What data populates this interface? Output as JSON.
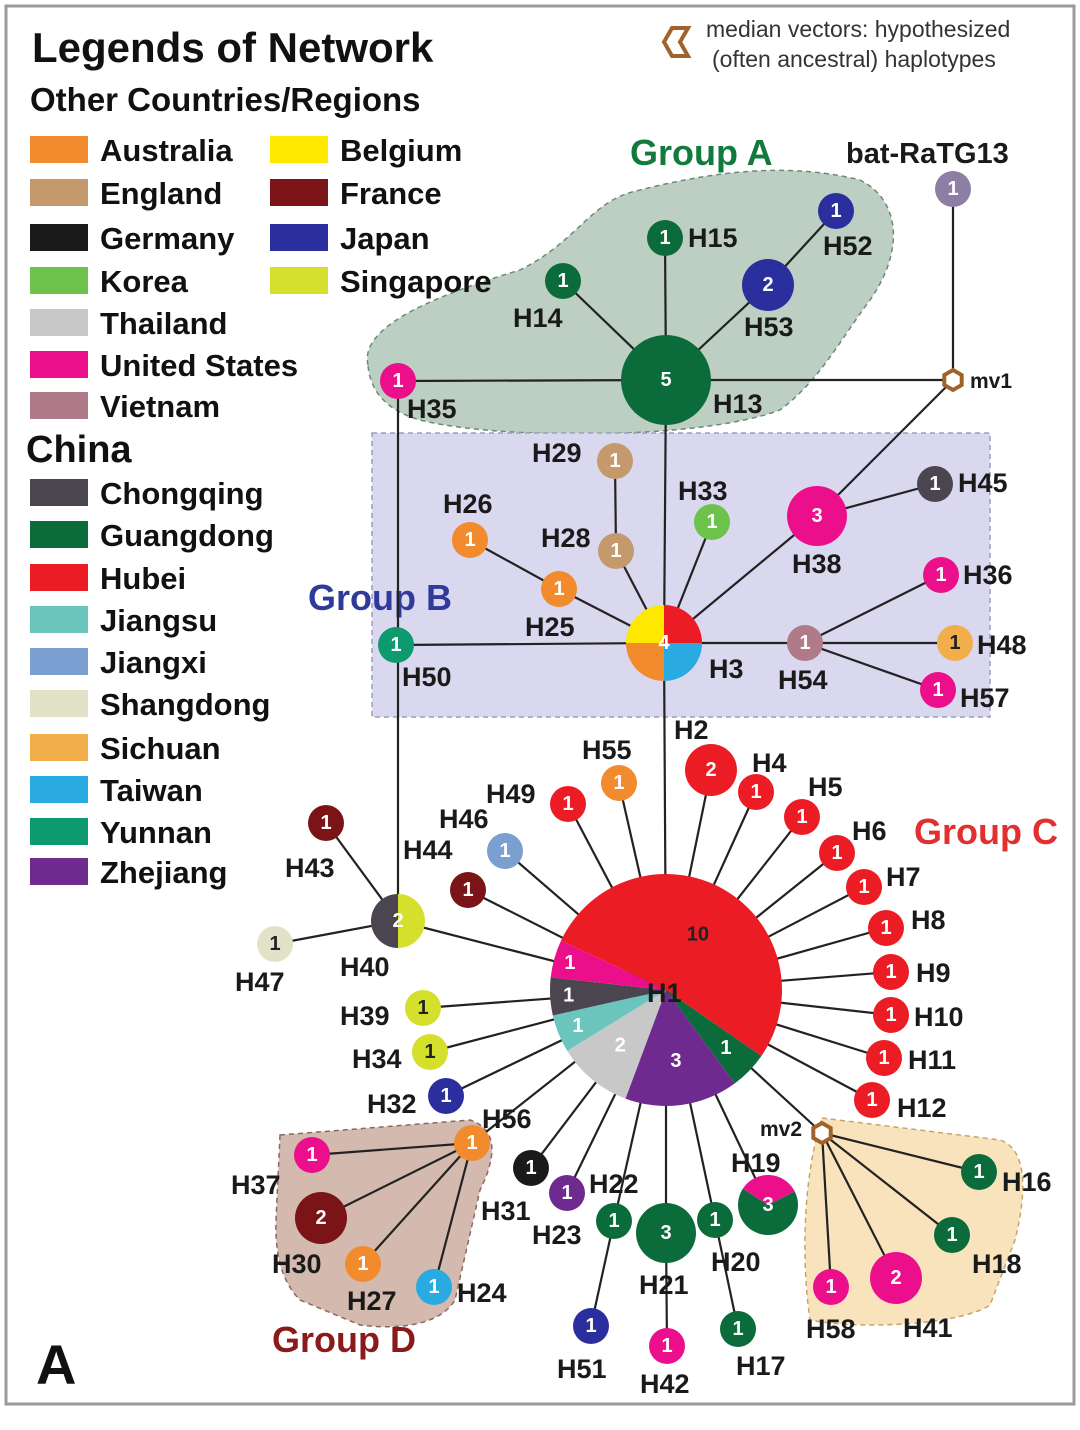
{
  "legend": {
    "title": "Legends of Network",
    "other_heading": "Other Countries/Regions",
    "china_heading": "China",
    "other": [
      {
        "name": "Australia",
        "color": "#f28a2e"
      },
      {
        "name": "Belgium",
        "color": "#ffe800"
      },
      {
        "name": "England",
        "color": "#c49a6c"
      },
      {
        "name": "France",
        "color": "#7b1416"
      },
      {
        "name": "Germany",
        "color": "#1a1a1a"
      },
      {
        "name": "Japan",
        "color": "#2b2f9e"
      },
      {
        "name": "Korea",
        "color": "#6cc24a"
      },
      {
        "name": "Singapore",
        "color": "#d4e02b"
      },
      {
        "name": "Thailand",
        "color": "#c8c8c8"
      },
      {
        "name": "United States",
        "color": "#ec0f8c"
      },
      {
        "name": "Vietnam",
        "color": "#b07a88"
      }
    ],
    "china": [
      {
        "name": "Chongqing",
        "color": "#4b4550"
      },
      {
        "name": "Guangdong",
        "color": "#0b6b3a"
      },
      {
        "name": "Hubei",
        "color": "#ec1c24"
      },
      {
        "name": "Jiangsu",
        "color": "#6cc5bd"
      },
      {
        "name": "Jiangxi",
        "color": "#7a9fd0"
      },
      {
        "name": "Shangdong",
        "color": "#e2e2c8"
      },
      {
        "name": "Sichuan",
        "color": "#f2ae4a"
      },
      {
        "name": "Taiwan",
        "color": "#29aae1"
      },
      {
        "name": "Yunnan",
        "color": "#0d9a6e"
      },
      {
        "name": "Zhejiang",
        "color": "#6e2a8e"
      }
    ]
  },
  "median_vector_note": [
    "median vectors: hypothesized",
    "(often ancestral) haplotypes"
  ],
  "panel_label": "A",
  "groups": {
    "A": {
      "label": "Group A",
      "color": "#117a3c"
    },
    "B": {
      "label": "Group B",
      "color": "#2f3a9a"
    },
    "C": {
      "label": "Group C",
      "color": "#e03030"
    },
    "D": {
      "label": "Group D",
      "color": "#8b1b1b"
    }
  },
  "outgroup_label": "bat-RaTG13",
  "median_vectors": [
    {
      "id": "mv1",
      "label": "mv1"
    },
    {
      "id": "mv2",
      "label": "mv2"
    }
  ],
  "nodes": [
    {
      "id": "bat",
      "label": "",
      "count": "1",
      "colors": [
        "#8c7fa3"
      ]
    },
    {
      "id": "H13",
      "label": "H13",
      "count": "5",
      "colors": [
        "#0b6b3a"
      ]
    },
    {
      "id": "H14",
      "label": "H14",
      "count": "1",
      "colors": [
        "#0b6b3a"
      ]
    },
    {
      "id": "H15",
      "label": "H15",
      "count": "1",
      "colors": [
        "#0b6b3a"
      ]
    },
    {
      "id": "H52",
      "label": "H52",
      "count": "1",
      "colors": [
        "#2b2f9e"
      ]
    },
    {
      "id": "H53",
      "label": "H53",
      "count": "2",
      "colors": [
        "#2b2f9e"
      ]
    },
    {
      "id": "H35",
      "label": "H35",
      "count": "1",
      "colors": [
        "#ec0f8c"
      ]
    },
    {
      "id": "H3",
      "label": "H3",
      "count": "4",
      "colors": [
        "#ec1c24",
        "#29aae1",
        "#f28a2e",
        "#ffe800"
      ]
    },
    {
      "id": "H29",
      "label": "H29",
      "count": "1",
      "colors": [
        "#c49a6c"
      ]
    },
    {
      "id": "H28",
      "label": "H28",
      "count": "1",
      "colors": [
        "#c49a6c"
      ]
    },
    {
      "id": "H26",
      "label": "H26",
      "count": "1",
      "colors": [
        "#f28a2e"
      ]
    },
    {
      "id": "H25",
      "label": "H25",
      "count": "1",
      "colors": [
        "#f28a2e"
      ]
    },
    {
      "id": "H33",
      "label": "H33",
      "count": "1",
      "colors": [
        "#6cc24a"
      ]
    },
    {
      "id": "H38",
      "label": "H38",
      "count": "3",
      "colors": [
        "#ec0f8c"
      ]
    },
    {
      "id": "H45",
      "label": "H45",
      "count": "1",
      "colors": [
        "#4b4550"
      ]
    },
    {
      "id": "H36",
      "label": "H36",
      "count": "1",
      "colors": [
        "#ec0f8c"
      ]
    },
    {
      "id": "H48",
      "label": "H48",
      "count": "1",
      "colors": [
        "#f2ae4a"
      ]
    },
    {
      "id": "H57",
      "label": "H57",
      "count": "1",
      "colors": [
        "#ec0f8c"
      ]
    },
    {
      "id": "H54",
      "label": "H54",
      "count": "1",
      "colors": [
        "#b07a88"
      ]
    },
    {
      "id": "H50",
      "label": "H50",
      "count": "1",
      "colors": [
        "#0d9a6e"
      ]
    },
    {
      "id": "H1",
      "label": "H1",
      "count": "10",
      "colors": [
        "#ec1c24"
      ]
    },
    {
      "id": "H2",
      "label": "H2",
      "count": "2",
      "colors": [
        "#ec1c24"
      ]
    },
    {
      "id": "H4",
      "label": "H4",
      "count": "1",
      "colors": [
        "#ec1c24"
      ]
    },
    {
      "id": "H5",
      "label": "H5",
      "count": "1",
      "colors": [
        "#ec1c24"
      ]
    },
    {
      "id": "H6",
      "label": "H6",
      "count": "1",
      "colors": [
        "#ec1c24"
      ]
    },
    {
      "id": "H7",
      "label": "H7",
      "count": "1",
      "colors": [
        "#ec1c24"
      ]
    },
    {
      "id": "H8",
      "label": "H8",
      "count": "1",
      "colors": [
        "#ec1c24"
      ]
    },
    {
      "id": "H9",
      "label": "H9",
      "count": "1",
      "colors": [
        "#ec1c24"
      ]
    },
    {
      "id": "H10",
      "label": "H10",
      "count": "1",
      "colors": [
        "#ec1c24"
      ]
    },
    {
      "id": "H11",
      "label": "H11",
      "count": "1",
      "colors": [
        "#ec1c24"
      ]
    },
    {
      "id": "H12",
      "label": "H12",
      "count": "1",
      "colors": [
        "#ec1c24"
      ]
    },
    {
      "id": "H49",
      "label": "H49",
      "count": "1",
      "colors": [
        "#ec1c24"
      ]
    },
    {
      "id": "H55",
      "label": "H55",
      "count": "1",
      "colors": [
        "#f28a2e"
      ]
    },
    {
      "id": "H46",
      "label": "H46",
      "count": "1",
      "colors": [
        "#7a9fd0"
      ]
    },
    {
      "id": "H44",
      "label": "H44",
      "count": "1",
      "colors": [
        "#7b1416"
      ]
    },
    {
      "id": "H43",
      "label": "H43",
      "count": "1",
      "colors": [
        "#7b1416"
      ]
    },
    {
      "id": "H40",
      "label": "H40",
      "count": "2",
      "colors": [
        "#4b4550",
        "#d4e02b"
      ]
    },
    {
      "id": "H47",
      "label": "H47",
      "count": "1",
      "colors": [
        "#e2e2c8"
      ]
    },
    {
      "id": "H39",
      "label": "H39",
      "count": "1",
      "colors": [
        "#d4e02b"
      ]
    },
    {
      "id": "H34",
      "label": "H34",
      "count": "1",
      "colors": [
        "#d4e02b"
      ]
    },
    {
      "id": "H32",
      "label": "H32",
      "count": "1",
      "colors": [
        "#2b2f9e"
      ]
    },
    {
      "id": "H56",
      "label": "H56",
      "count": "1",
      "colors": [
        "#f28a2e"
      ]
    },
    {
      "id": "H37",
      "label": "H37",
      "count": "1",
      "colors": [
        "#ec0f8c"
      ]
    },
    {
      "id": "H30",
      "label": "H30",
      "count": "2",
      "colors": [
        "#7b1416"
      ]
    },
    {
      "id": "H27",
      "label": "H27",
      "count": "1",
      "colors": [
        "#f28a2e"
      ]
    },
    {
      "id": "H24",
      "label": "H24",
      "count": "1",
      "colors": [
        "#29aae1"
      ]
    },
    {
      "id": "H31",
      "label": "H31",
      "count": "1",
      "colors": [
        "#1a1a1a"
      ]
    },
    {
      "id": "H22",
      "label": "H22",
      "count": "1",
      "colors": [
        "#6e2a8e"
      ]
    },
    {
      "id": "H23",
      "label": "H23",
      "count": "1",
      "colors": [
        "#0b6b3a"
      ]
    },
    {
      "id": "H21",
      "label": "H21",
      "count": "3",
      "colors": [
        "#0b6b3a"
      ]
    },
    {
      "id": "H20",
      "label": "H20",
      "count": "1",
      "colors": [
        "#0b6b3a"
      ]
    },
    {
      "id": "H19",
      "label": "H19",
      "count": "3",
      "colors": [
        "#0b6b3a",
        "#ec0f8c"
      ]
    },
    {
      "id": "H51",
      "label": "H51",
      "count": "1",
      "colors": [
        "#2b2f9e"
      ]
    },
    {
      "id": "H42",
      "label": "H42",
      "count": "1",
      "colors": [
        "#ec0f8c"
      ]
    },
    {
      "id": "H17",
      "label": "H17",
      "count": "1",
      "colors": [
        "#0b6b3a"
      ]
    },
    {
      "id": "H16",
      "label": "H16",
      "count": "1",
      "colors": [
        "#0b6b3a"
      ]
    },
    {
      "id": "H18",
      "label": "H18",
      "count": "1",
      "colors": [
        "#0b6b3a"
      ]
    },
    {
      "id": "H41",
      "label": "H41",
      "count": "2",
      "colors": [
        "#ec0f8c"
      ]
    },
    {
      "id": "H58",
      "label": "H58",
      "count": "1",
      "colors": [
        "#ec0f8c"
      ]
    }
  ],
  "h1_slices": [
    {
      "region": "Hubei",
      "count": "10",
      "color": "#ec1c24"
    },
    {
      "region": "Guangdong",
      "count": "1",
      "color": "#0b6b3a"
    },
    {
      "region": "Zhejiang",
      "count": "3",
      "color": "#6e2a8e"
    },
    {
      "region": "Thailand",
      "count": "2",
      "color": "#c8c8c8"
    },
    {
      "region": "Jiangsu",
      "count": "1",
      "color": "#6cc5bd"
    },
    {
      "region": "Chongqing",
      "count": "1",
      "color": "#4b4550"
    },
    {
      "region": "United States",
      "count": "1",
      "color": "#ec0f8c"
    }
  ],
  "edges": [
    [
      "H13",
      "H14"
    ],
    [
      "H13",
      "H15"
    ],
    [
      "H13",
      "H53"
    ],
    [
      "H53",
      "H52"
    ],
    [
      "H13",
      "mv1"
    ],
    [
      "bat",
      "mv1"
    ],
    [
      "H13",
      "H35"
    ],
    [
      "H35",
      "H40"
    ],
    [
      "H13",
      "H3"
    ],
    [
      "mv1",
      "H38"
    ],
    [
      "H38",
      "H45"
    ],
    [
      "H38",
      "H3"
    ],
    [
      "H3",
      "H33"
    ],
    [
      "H3",
      "H25"
    ],
    [
      "H25",
      "H26"
    ],
    [
      "H3",
      "H28"
    ],
    [
      "H28",
      "H29"
    ],
    [
      "H3",
      "H50"
    ],
    [
      "H3",
      "H54"
    ],
    [
      "H54",
      "H36"
    ],
    [
      "H54",
      "H48"
    ],
    [
      "H54",
      "H57"
    ],
    [
      "H3",
      "H1"
    ],
    [
      "H1",
      "H2"
    ],
    [
      "H1",
      "H4"
    ],
    [
      "H1",
      "H5"
    ],
    [
      "H1",
      "H6"
    ],
    [
      "H1",
      "H7"
    ],
    [
      "H1",
      "H8"
    ],
    [
      "H1",
      "H9"
    ],
    [
      "H1",
      "H10"
    ],
    [
      "H1",
      "H11"
    ],
    [
      "H1",
      "H12"
    ],
    [
      "H1",
      "H49"
    ],
    [
      "H1",
      "H55"
    ],
    [
      "H1",
      "H46"
    ],
    [
      "H1",
      "H44"
    ],
    [
      "H1",
      "H40"
    ],
    [
      "H40",
      "H43"
    ],
    [
      "H40",
      "H47"
    ],
    [
      "H1",
      "H39"
    ],
    [
      "H1",
      "H34"
    ],
    [
      "H1",
      "H32"
    ],
    [
      "H1",
      "H56"
    ],
    [
      "H56",
      "H37"
    ],
    [
      "H56",
      "H30"
    ],
    [
      "H56",
      "H27"
    ],
    [
      "H56",
      "H24"
    ],
    [
      "H1",
      "H31"
    ],
    [
      "H1",
      "H22"
    ],
    [
      "H1",
      "H23"
    ],
    [
      "H23",
      "H51"
    ],
    [
      "H1",
      "H21"
    ],
    [
      "H21",
      "H42"
    ],
    [
      "H1",
      "H20"
    ],
    [
      "H20",
      "H17"
    ],
    [
      "H1",
      "H19"
    ],
    [
      "H1",
      "mv2"
    ],
    [
      "mv2",
      "H16"
    ],
    [
      "mv2",
      "H18"
    ],
    [
      "mv2",
      "H41"
    ],
    [
      "mv2",
      "H58"
    ]
  ]
}
